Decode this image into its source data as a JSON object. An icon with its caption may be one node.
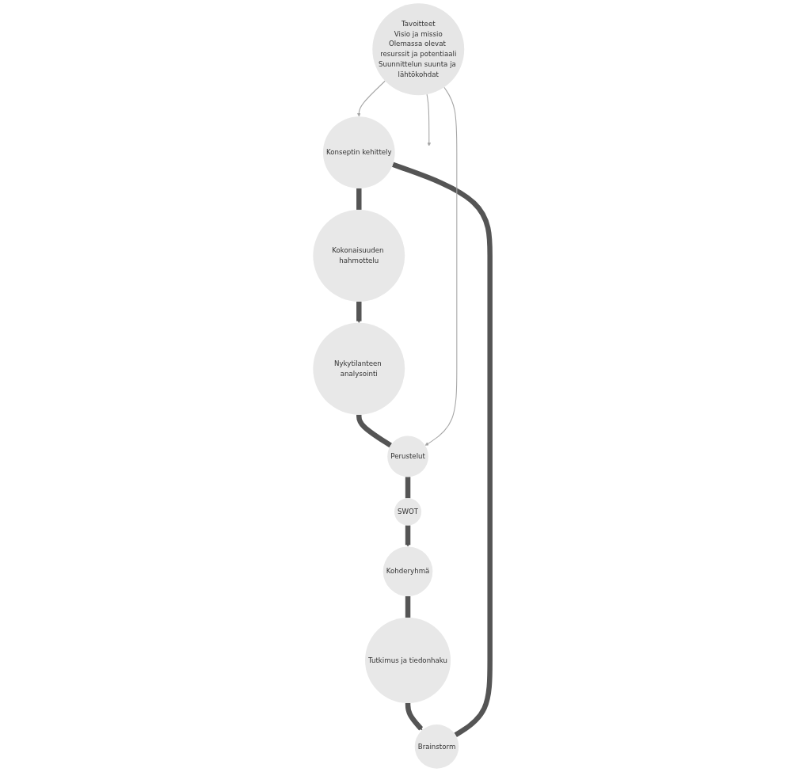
{
  "diagram": {
    "nodes": [
      {
        "text": [
          "Tavoitteet",
          "Visio ja missio",
          "Olemassa olevat resurssit ja potentiaali",
          "Suunnittelun suunta ja lähtökohdat"
        ]
      },
      {
        "text": [
          "Brainstorm"
        ]
      },
      {
        "text": [
          "Konseptin kehittely"
        ]
      },
      {
        "text": [
          "Kokonaisuuden hahmottelu"
        ]
      },
      {
        "text": [
          "Nykytilanteen analysointi"
        ]
      },
      {
        "text": [
          "Perustelut"
        ]
      },
      {
        "text": [
          "SWOT"
        ]
      },
      {
        "text": [
          "Kohderyhmä"
        ]
      },
      {
        "text": [
          "Tutkimus ja tiedonhaku"
        ]
      }
    ],
    "edges": [
      {
        "from": 8,
        "to": 1,
        "arrow": "to"
      },
      {
        "from": 1,
        "to": 2,
        "arrow": "none"
      },
      {
        "from": 2,
        "to": 3,
        "arrow": "none"
      },
      {
        "from": 3,
        "to": 4,
        "arrow": "to"
      },
      {
        "from": 4,
        "to": 5,
        "arrow": "none"
      },
      {
        "from": 5,
        "to": 6,
        "arrow": "none"
      },
      {
        "from": 6,
        "to": 7,
        "arrow": "to"
      },
      {
        "from": 7,
        "to": 8,
        "arrow": "none"
      },
      {
        "from": 0,
        "to": 2,
        "arrow": "to",
        "color": "#a6a6a6"
      },
      {
        "from": 0,
        "to": 5,
        "arrow": "to",
        "color": "#a6a6a6"
      },
      {
        "from": 0,
        "to": null,
        "arrow": "to",
        "color": "#a6a6a6"
      }
    ]
  }
}
